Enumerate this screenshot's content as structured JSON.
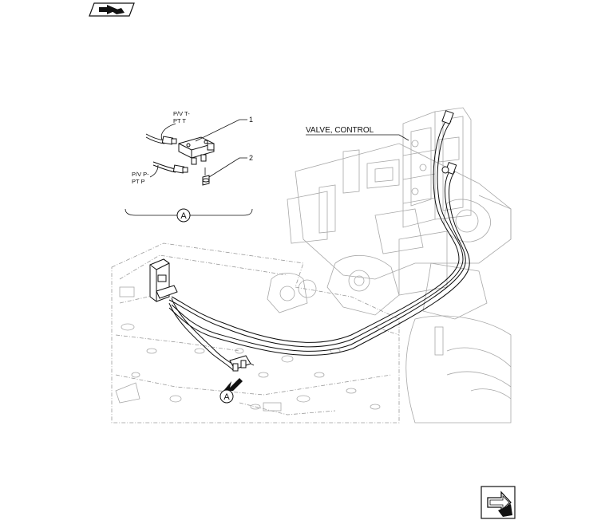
{
  "nav": {
    "top_icon": "previous-page-arrow-icon",
    "bottom_icon": "next-page-arrow-icon"
  },
  "labels": {
    "valve_control": "VALVE, CONTROL",
    "pv_t_line1": "P/V T-",
    "pv_t_line2": "PT T",
    "pv_p_line1": "P/V P-",
    "pv_p_line2": "PT P",
    "callout_1": "1",
    "callout_2": "2",
    "detail_a": "A",
    "view_a": "A"
  }
}
